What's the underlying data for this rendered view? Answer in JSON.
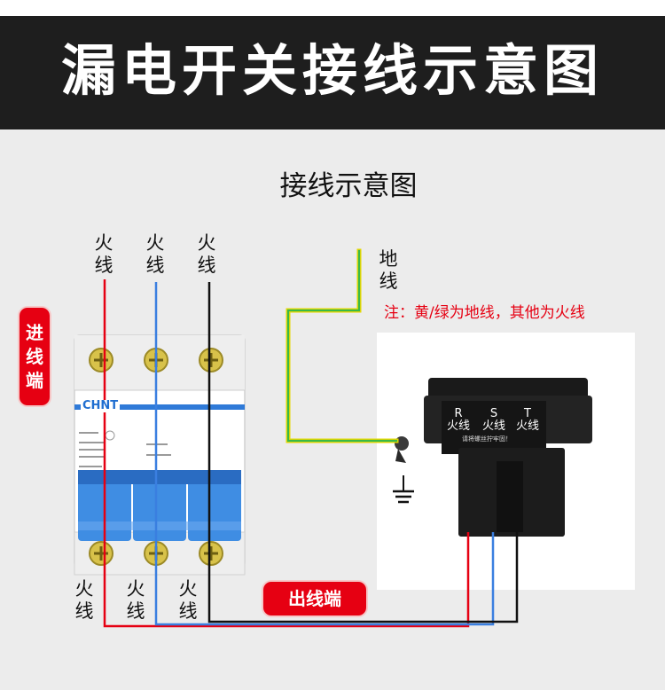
{
  "banner": {
    "title": "漏电开关接线示意图"
  },
  "diagram": {
    "subtitle": "接线示意图",
    "top_wire_labels": [
      "火\n线",
      "火\n线",
      "火\n线"
    ],
    "bottom_wire_labels": [
      "火\n线",
      "火\n线",
      "火\n线"
    ],
    "ground_label": "地\n线",
    "note": "注：黄/绿为地线，其他为火线",
    "inlet_tag": "进\n线\n端",
    "outlet_tag": "出线端",
    "breaker_brand": "CHNT",
    "terminal_block": {
      "phases": [
        {
          "letter": "R",
          "label": "火线"
        },
        {
          "letter": "S",
          "label": "火线"
        },
        {
          "letter": "T",
          "label": "火线"
        }
      ],
      "hint": "请将螺丝拧牢固！"
    },
    "wire_colors": {
      "red": "#e60012",
      "blue": "#3a7fe0",
      "black": "#111111",
      "ground_yellow": "#e6d800",
      "ground_green": "#38b84a"
    }
  }
}
